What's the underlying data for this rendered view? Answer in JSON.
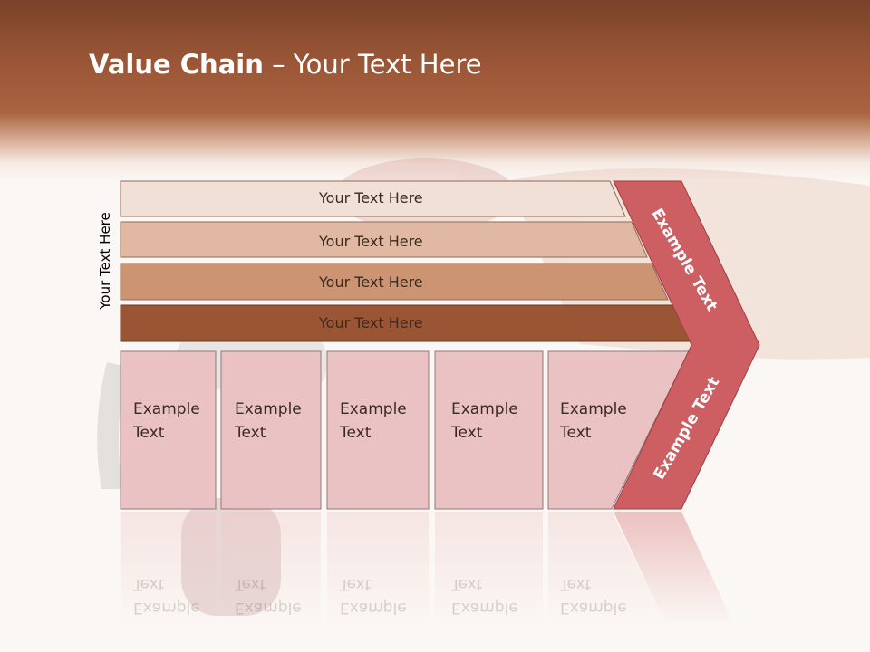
{
  "slide": {
    "title_bold": "Value Chain",
    "title_rest": " – Your Text Here"
  },
  "rows": [
    {
      "label": "Your Text Here",
      "color": "#f1e0d6"
    },
    {
      "label": "Your Text Here",
      "color": "#e1b9a2"
    },
    {
      "label": "Your Text Here",
      "color": "#cd9473"
    },
    {
      "label": "Your Text Here",
      "color": "#9a5535"
    }
  ],
  "vertical_label": "Your Text Here",
  "cells": [
    {
      "line1": "Example",
      "line2": "Text"
    },
    {
      "line1": "Example",
      "line2": "Text"
    },
    {
      "line1": "Example",
      "line2": "Text"
    },
    {
      "line1": "Example",
      "line2": "Text"
    },
    {
      "line1": "Example",
      "line2": "Text"
    }
  ],
  "chevron": {
    "upper_text": "Example Text",
    "lower_text": "Example Text",
    "color": "#cd5e62"
  },
  "colors": {
    "cell_fill": "#ebc2c3",
    "header_brown": "#a8633f"
  }
}
